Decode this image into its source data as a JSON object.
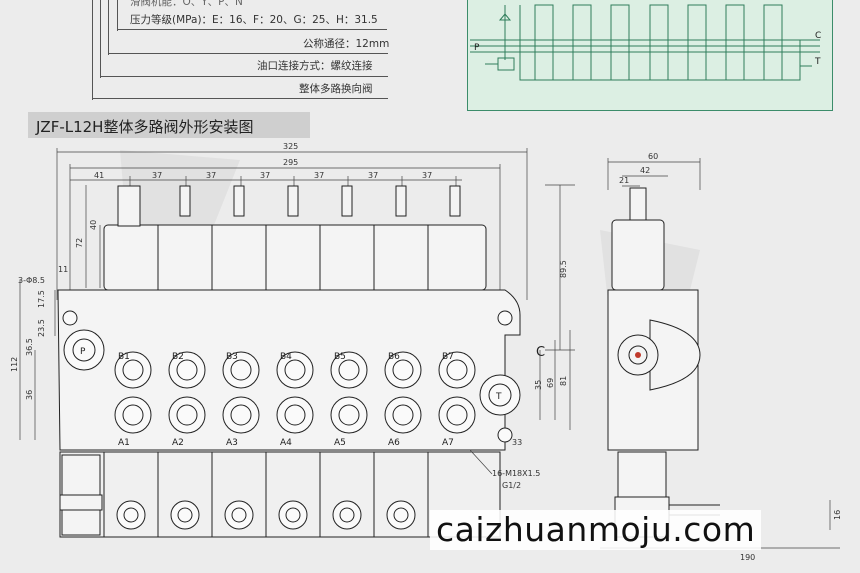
{
  "specs": {
    "line_partial": "滑阀机能：O、Y、P、N",
    "pressure": "压力等级(MPa)：E：16、F：20、G：25、H：31.5",
    "nominal_bore": "公称通径：12mm",
    "connection": "油口连接方式：螺纹连接",
    "valve_type": "整体多路换向阀"
  },
  "section_title": "JZF-L12H整体多路阀外形安装图",
  "schematic": {
    "label_p": "P",
    "label_c": "C",
    "label_t": "T"
  },
  "front_view": {
    "dims_top": [
      "325",
      "295",
      "41",
      "37",
      "37",
      "37",
      "37",
      "37",
      "37"
    ],
    "dims_left": [
      "72",
      "40",
      "11",
      "3-Φ8.5",
      "17.5",
      "23.5",
      "36.5",
      "112",
      "36"
    ],
    "dims_right": [
      "89.5",
      "35",
      "69",
      "81",
      "33"
    ],
    "ports_b": [
      "B1",
      "B2",
      "B3",
      "B4",
      "B5",
      "B6",
      "B7"
    ],
    "ports_a": [
      "A1",
      "A2",
      "A3",
      "A4",
      "A5",
      "A6",
      "A7"
    ],
    "port_p": "P",
    "port_t": "T",
    "port_c": "C",
    "thread_note_1": "16-M18X1.5",
    "thread_note_2": "G1/2"
  },
  "side_view": {
    "dims": [
      "60",
      "42",
      "21",
      "16",
      "190"
    ]
  },
  "watermark": "caizhuanmoju.com"
}
